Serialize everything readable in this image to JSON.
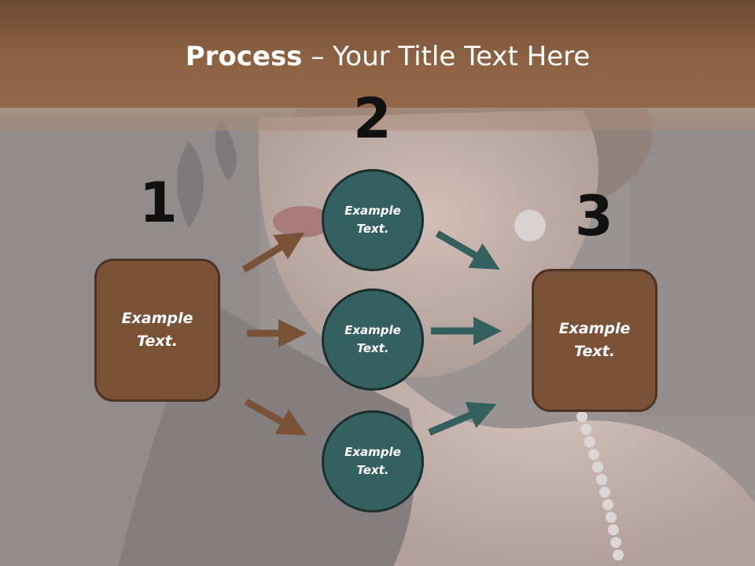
{
  "slide": {
    "title_bold": "Process",
    "title_rest": " – Your Title Text Here"
  },
  "steps": {
    "one": "1",
    "two": "2",
    "three": "3"
  },
  "nodes": {
    "left_box": {
      "line1": "Example",
      "line2": "Text."
    },
    "circle_top": {
      "line1": "Example",
      "line2": "Text."
    },
    "circle_middle": {
      "line1": "Example",
      "line2": "Text."
    },
    "circle_bottom": {
      "line1": "Example",
      "line2": "Text."
    },
    "right_box": {
      "line1": "Example",
      "line2": "Text."
    }
  },
  "colors": {
    "title_band": "#8d6243",
    "box_fill": "#7a5237",
    "circle_fill": "#34605f",
    "arrow_brown": "#7a5237",
    "arrow_teal": "#34605f"
  }
}
